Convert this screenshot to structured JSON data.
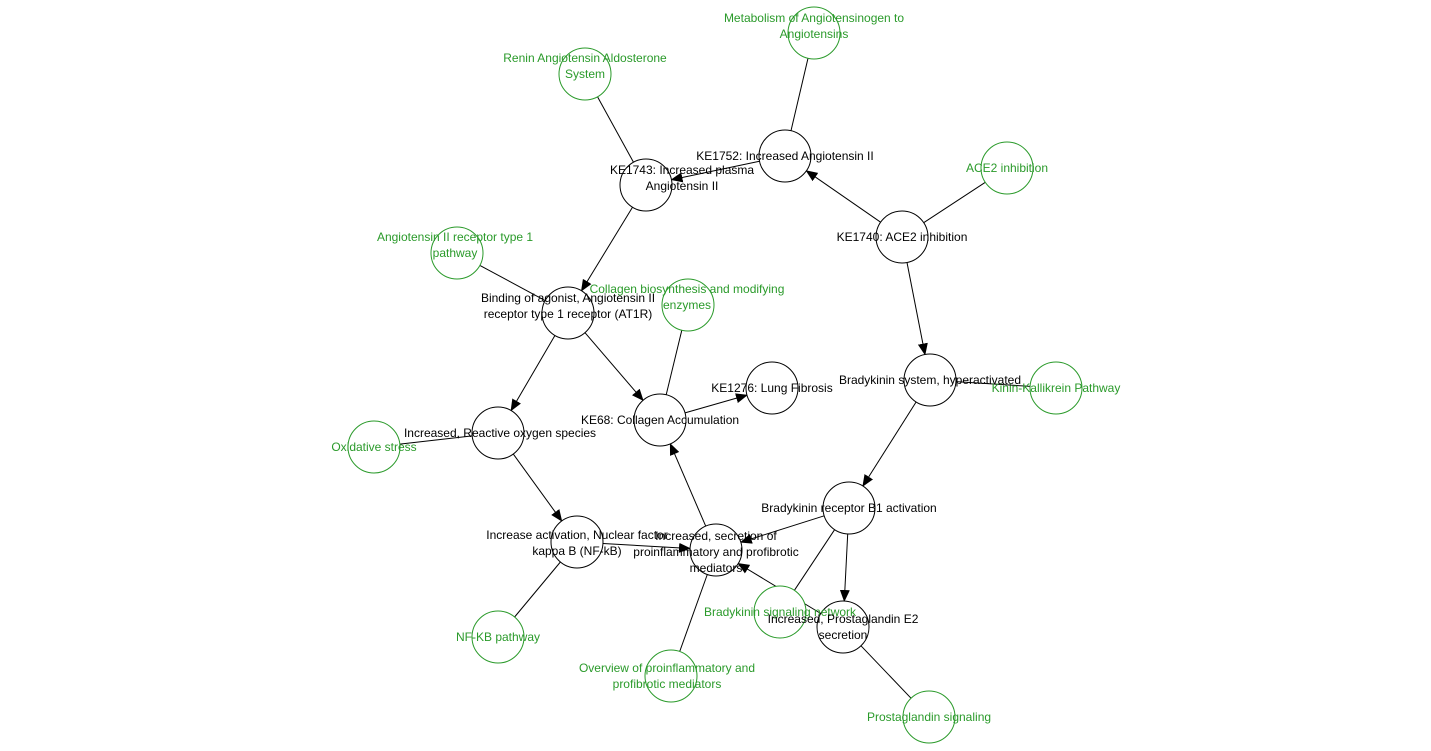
{
  "colors": {
    "ke": "#000000",
    "pathway": "#2a9a2a",
    "edge": "#000000"
  },
  "nodes": [
    {
      "id": "raas",
      "type": "pathway",
      "lines": [
        "Renin Angiotensin Aldosterone",
        "System"
      ]
    },
    {
      "id": "metab",
      "type": "pathway",
      "lines": [
        "Metabolism of Angiotensinogen to",
        "Angiotensins"
      ]
    },
    {
      "id": "ke1752",
      "type": "ke",
      "lines": [
        "KE1752: Increased Angiotensin II"
      ]
    },
    {
      "id": "ace2inh_pw",
      "type": "pathway",
      "lines": [
        "ACE2 inhibition"
      ]
    },
    {
      "id": "ke1743",
      "type": "ke",
      "lines": [
        "KE1743: Increased plasma",
        "Angiotensin II"
      ]
    },
    {
      "id": "ke1740",
      "type": "ke",
      "lines": [
        "KE1740: ACE2 inhibition"
      ]
    },
    {
      "id": "at1r_pw",
      "type": "pathway",
      "lines": [
        "Angiotensin II receptor type 1",
        "pathway"
      ]
    },
    {
      "id": "at1r",
      "type": "ke",
      "lines": [
        "Binding of agonist, Angiotensin II",
        "receptor type 1 receptor (AT1R)"
      ]
    },
    {
      "id": "collagen_pw",
      "type": "pathway",
      "lines": [
        "Collagen biosynthesis and modifying",
        "enzymes"
      ]
    },
    {
      "id": "ke1276",
      "type": "ke",
      "lines": [
        "KE1276: Lung Fibrosis"
      ]
    },
    {
      "id": "bradyhyper",
      "type": "ke",
      "lines": [
        "Bradykinin system, hyperactivated"
      ]
    },
    {
      "id": "kinin_pw",
      "type": "pathway",
      "lines": [
        "Kinin-Kallikrein Pathway"
      ]
    },
    {
      "id": "ke68",
      "type": "ke",
      "lines": [
        "KE68: Collagen Accumulation"
      ]
    },
    {
      "id": "ros",
      "type": "ke",
      "lines": [
        "Increased, Reactive oxygen species"
      ]
    },
    {
      "id": "oxstress_pw",
      "type": "pathway",
      "lines": [
        "Oxidative stress"
      ]
    },
    {
      "id": "b1r",
      "type": "ke",
      "lines": [
        "Bradykinin receptor B1 activation"
      ]
    },
    {
      "id": "nfkb",
      "type": "ke",
      "lines": [
        "Increase activation, Nuclear factor",
        "kappa B (NF-kB)"
      ]
    },
    {
      "id": "mediators",
      "type": "ke",
      "lines": [
        "Increased, secretion of",
        "proinflammatory and profibrotic",
        "mediators"
      ]
    },
    {
      "id": "brady_pw",
      "type": "pathway",
      "lines": [
        "Bradykinin signaling network"
      ]
    },
    {
      "id": "pge2",
      "type": "ke",
      "lines": [
        "Increased, Prostaglandin E2",
        "secretion"
      ]
    },
    {
      "id": "nfkb_pw",
      "type": "pathway",
      "lines": [
        "NF-KB pathway"
      ]
    },
    {
      "id": "overview_pw",
      "type": "pathway",
      "lines": [
        "Overview of proinflammatory and",
        "profibrotic mediators"
      ]
    },
    {
      "id": "pg_pw",
      "type": "pathway",
      "lines": [
        "Prostaglandin signaling"
      ]
    }
  ],
  "edges": [
    {
      "from": "raas",
      "to": "ke1743",
      "directed": false
    },
    {
      "from": "metab",
      "to": "ke1752",
      "directed": false
    },
    {
      "from": "ke1752",
      "to": "ke1743",
      "directed": true
    },
    {
      "from": "ke1740",
      "to": "ke1752",
      "directed": true
    },
    {
      "from": "ace2inh_pw",
      "to": "ke1740",
      "directed": false
    },
    {
      "from": "ke1743",
      "to": "at1r",
      "directed": true
    },
    {
      "from": "at1r_pw",
      "to": "at1r",
      "directed": false
    },
    {
      "from": "at1r",
      "to": "ros",
      "directed": true
    },
    {
      "from": "at1r",
      "to": "ke68",
      "directed": true
    },
    {
      "from": "collagen_pw",
      "to": "ke68",
      "directed": false
    },
    {
      "from": "ke68",
      "to": "ke1276",
      "directed": true
    },
    {
      "from": "ke1740",
      "to": "bradyhyper",
      "directed": true
    },
    {
      "from": "kinin_pw",
      "to": "bradyhyper",
      "directed": false
    },
    {
      "from": "bradyhyper",
      "to": "b1r",
      "directed": true
    },
    {
      "from": "oxstress_pw",
      "to": "ros",
      "directed": false
    },
    {
      "from": "ros",
      "to": "nfkb",
      "directed": true
    },
    {
      "from": "nfkb",
      "to": "mediators",
      "directed": true
    },
    {
      "from": "mediators",
      "to": "ke68",
      "directed": true
    },
    {
      "from": "b1r",
      "to": "mediators",
      "directed": true
    },
    {
      "from": "b1r",
      "to": "pge2",
      "directed": true
    },
    {
      "from": "brady_pw",
      "to": "b1r",
      "directed": false
    },
    {
      "from": "pge2",
      "to": "mediators",
      "directed": true
    },
    {
      "from": "nfkb_pw",
      "to": "nfkb",
      "directed": false
    },
    {
      "from": "overview_pw",
      "to": "mediators",
      "directed": false
    },
    {
      "from": "pg_pw",
      "to": "pge2",
      "directed": false
    }
  ]
}
